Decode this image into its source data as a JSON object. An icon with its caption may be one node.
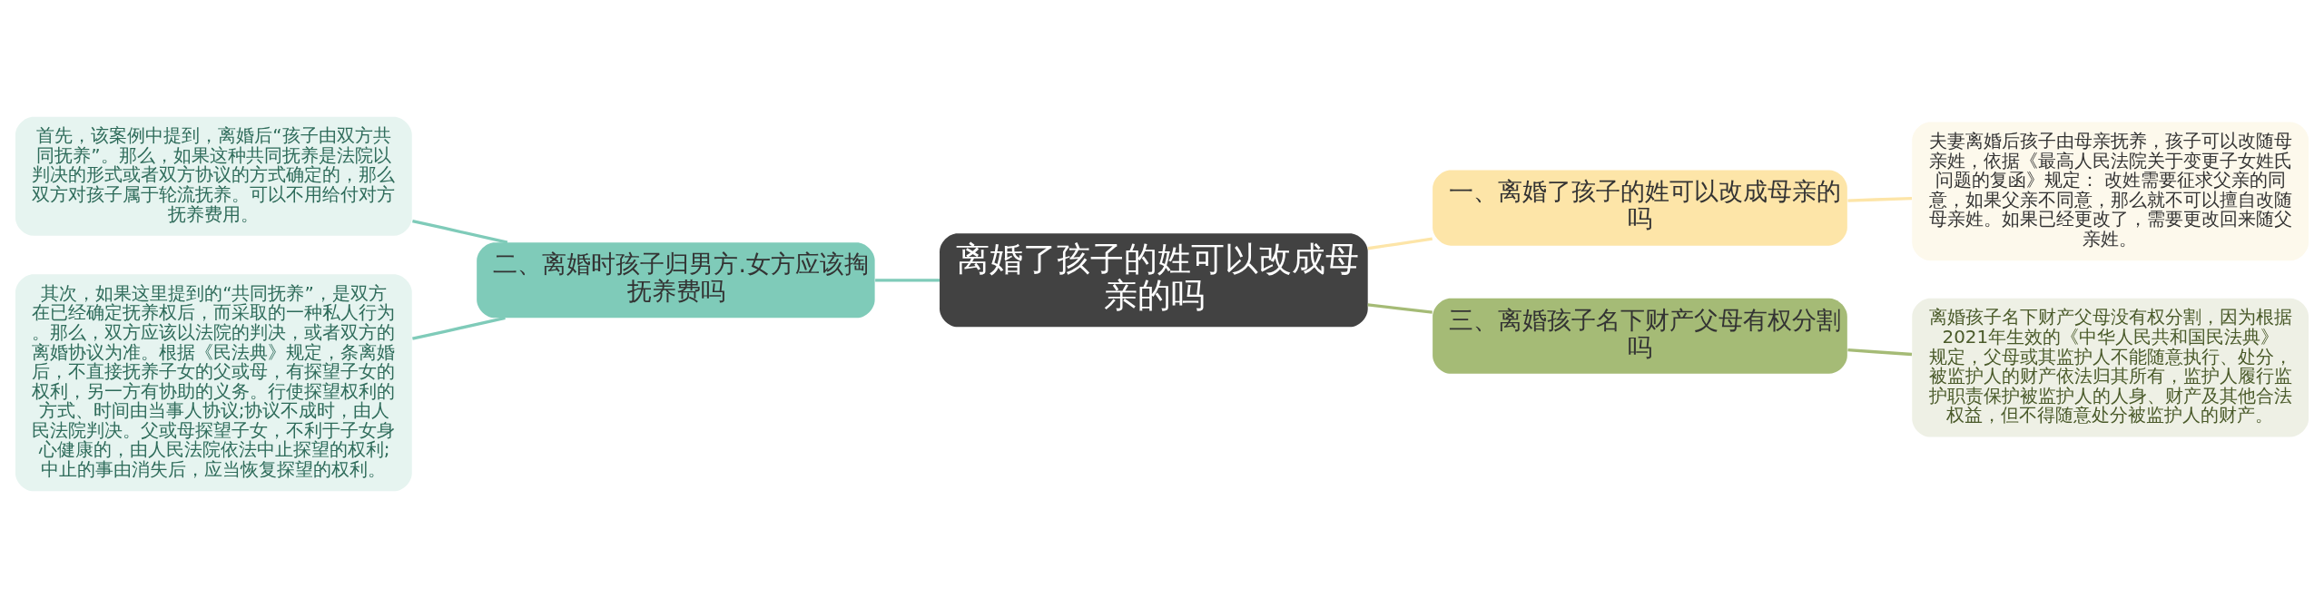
{
  "diagram": {
    "nodes": [
      {
        "text": [
          "离婚了孩子的姓可以改成母亲的吗"
        ]
      },
      {
        "text": [
          "一、离婚了孩子的姓可以改成母亲的吗"
        ]
      },
      {
        "text": [
          "夫妻离婚后孩子由母亲抚养，孩子可以改随母亲姓，依据《最高人民法院关于变更子女姓氏问题的复函》规定： 改姓需要征求父亲的同意，如果父亲不同意，那么就不可以擅自改随母亲姓。如果已经更改了，需要更改回来随父亲姓。"
        ]
      },
      {
        "text": [
          "二、离婚时孩子归男方.女方应该掏抚养费吗"
        ]
      },
      {
        "text": [
          "首先，该案例中提到，离婚后“孩子由双方共同抚养”。那么，如果这种共同抚养是法院以判决的形式或者双方协议的方式确定的，那么双方对孩子属于轮流抚养。可以不用给付对方抚养费用。"
        ]
      },
      {
        "text": [
          "其次，如果这里提到的“共同抚养”，是双方在已经确定抚养权后，而采取的一种私人行为。那么，双方应该以法院的判决，或者双方的离婚协议为准。根据《民法典》规定，条离婚后，不直接抚养子女的父或母，有探望子女的权利，另一方有协助的义务。行使探望权利的方式、时间由当事人协议;协议不成时，由人民法院判决。父或母探望子女，不利于子女身心健康的，由人民法院依法中止探望的权利;中止的事由消失后，应当恢复探望的权利。"
        ]
      },
      {
        "text": [
          "三、离婚孩子名下财产父母有权分割吗"
        ]
      },
      {
        "text": [
          "离婚孩子名下财产父母没有权分割，因为根据2021年生效的《中华人民共和国民法典》规定，父母或其监护人不能随意执行、处分，被监护人的财产依法归其所有，监护人履行监护职责保护被监护人的人身、财产及其他合法权益，但不得随意处分被监护人的财产。"
        ]
      }
    ],
    "edges": [
      {
        "from": 0,
        "to": 1,
        "arrow": "none",
        "color": "#fde5a8"
      },
      {
        "from": 1,
        "to": 2,
        "arrow": "none",
        "color": "#fde5a8"
      },
      {
        "from": 0,
        "to": 3,
        "arrow": "none",
        "color": "#7fcbb9"
      },
      {
        "from": 3,
        "to": 4,
        "arrow": "none",
        "color": "#7fcbb9"
      },
      {
        "from": 3,
        "to": 5,
        "arrow": "none",
        "color": "#7fcbb9"
      },
      {
        "from": 0,
        "to": 6,
        "arrow": "none",
        "color": "#a5bb76"
      },
      {
        "from": 6,
        "to": 7,
        "arrow": "none",
        "color": "#a5bb76"
      }
    ]
  }
}
